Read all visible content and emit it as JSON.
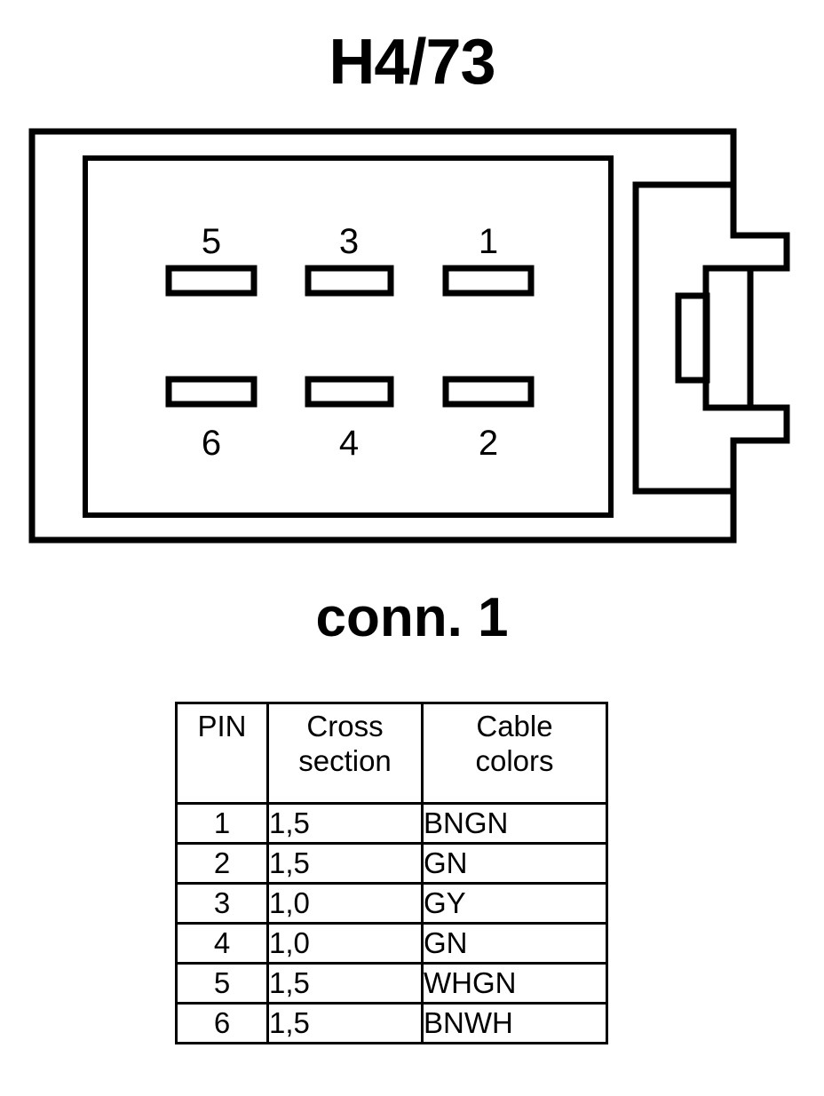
{
  "title": "H4/73",
  "subcaption": "conn. 1",
  "connector": {
    "pins_top": [
      {
        "label": "5"
      },
      {
        "label": "3"
      },
      {
        "label": "1"
      }
    ],
    "pins_bottom": [
      {
        "label": "6"
      },
      {
        "label": "4"
      },
      {
        "label": "2"
      }
    ]
  },
  "table": {
    "headers": {
      "pin": "PIN",
      "cross_line1": "Cross",
      "cross_line2": "section",
      "color_line1": "Cable",
      "color_line2": "colors"
    },
    "rows": [
      {
        "pin": "1",
        "cross_section": "1,5",
        "cable_colors": "BNGN"
      },
      {
        "pin": "2",
        "cross_section": "1,5",
        "cable_colors": "GN"
      },
      {
        "pin": "3",
        "cross_section": "1,0",
        "cable_colors": "GY"
      },
      {
        "pin": "4",
        "cross_section": "1,0",
        "cable_colors": "GN"
      },
      {
        "pin": "5",
        "cross_section": "1,5",
        "cable_colors": "WHGN"
      },
      {
        "pin": "6",
        "cross_section": "1,5",
        "cable_colors": "BNWH"
      }
    ]
  }
}
